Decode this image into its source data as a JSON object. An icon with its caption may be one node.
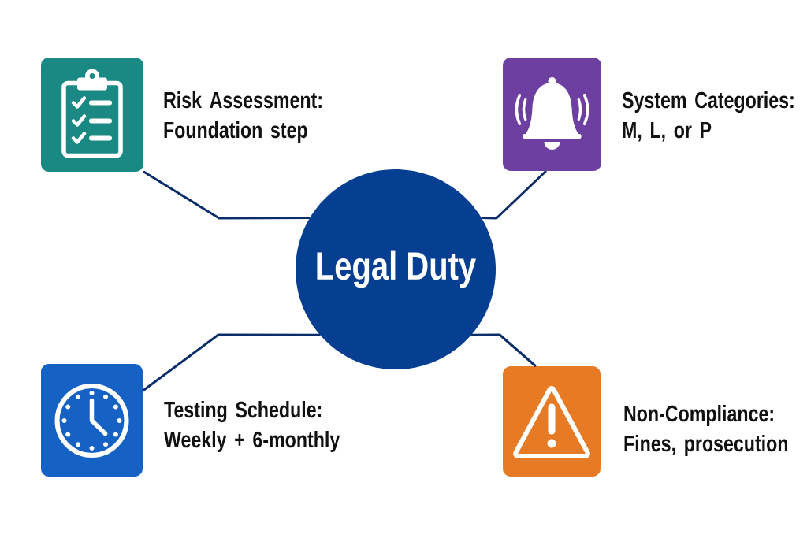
{
  "diagram": {
    "nodes": [
      {
        "text": [
          "Risk Assessment: Foundation step"
        ]
      },
      {
        "text": [
          "System Categories: M, L, or P"
        ]
      },
      {
        "text": [
          "Legal Duty"
        ]
      },
      {
        "text": [
          "Testing Schedule: Weekly + 6-monthly"
        ]
      },
      {
        "text": [
          "Non-Compliance: Fines, prosecution"
        ]
      }
    ],
    "edges": [
      {
        "from": 0,
        "to": 2,
        "arrow": "none"
      },
      {
        "from": 1,
        "to": 2,
        "arrow": "none"
      },
      {
        "from": 3,
        "to": 2,
        "arrow": "none"
      },
      {
        "from": 4,
        "to": 2,
        "arrow": "none"
      }
    ]
  }
}
